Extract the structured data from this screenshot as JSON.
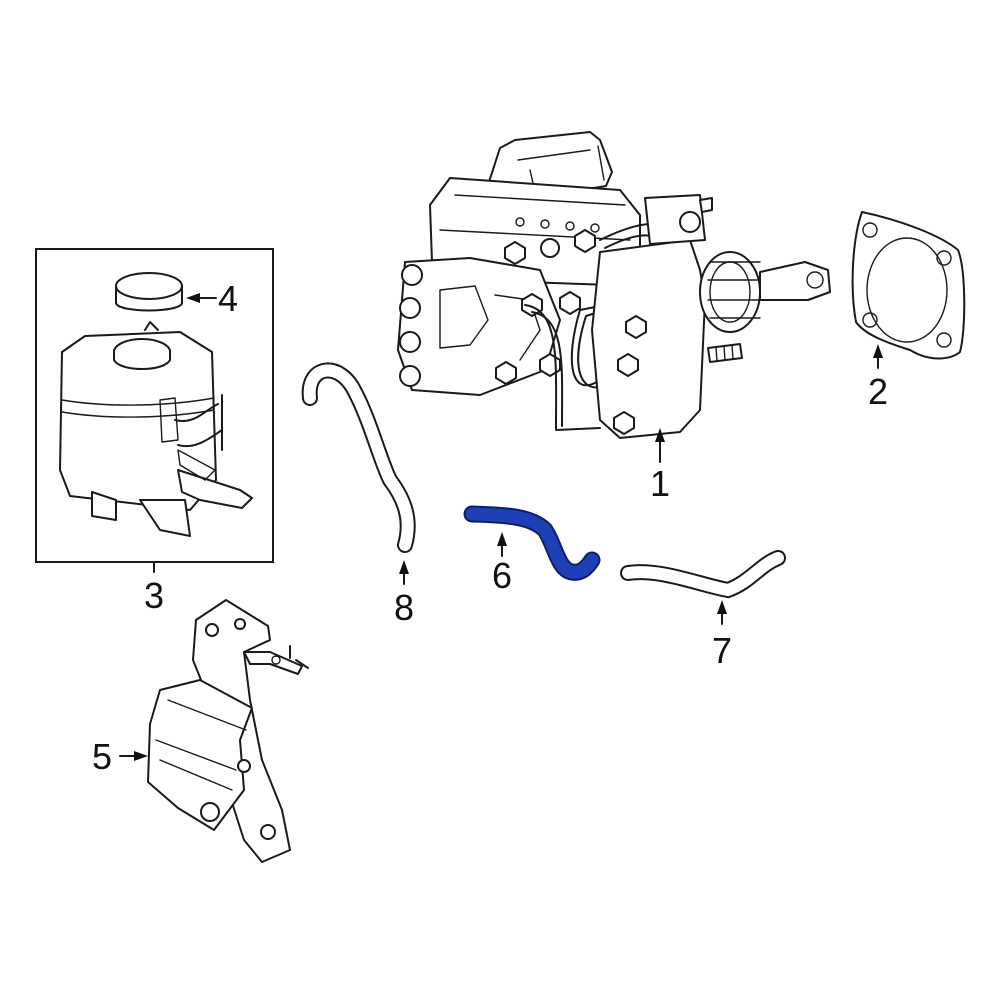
{
  "colors": {
    "background": "#ffffff",
    "line": "#1a1a1a",
    "highlight_fill": "#1f3fb4",
    "highlight_stroke": "#0d1f6b"
  },
  "callouts": {
    "c1": "1",
    "c2": "2",
    "c3": "3",
    "c4": "4",
    "c5": "5",
    "c6": "6",
    "c7": "7",
    "c8": "8"
  },
  "highlighted_part": "6"
}
